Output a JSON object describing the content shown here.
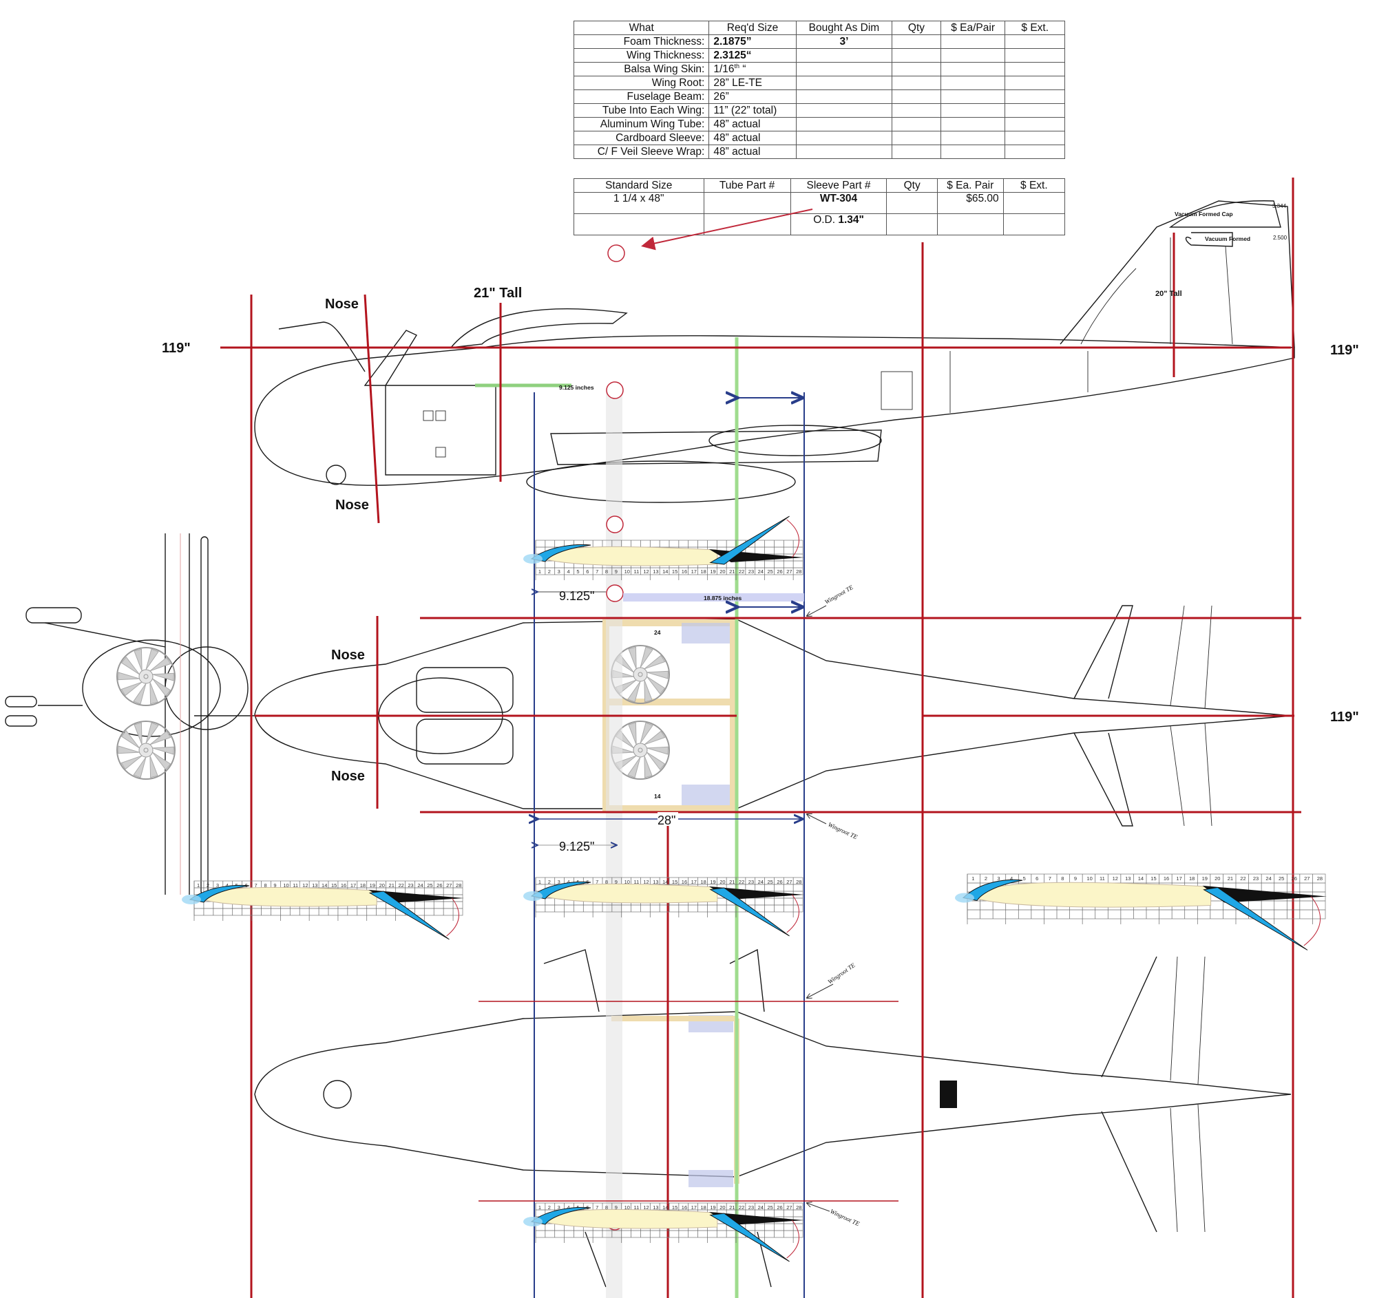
{
  "spec_table": {
    "headers": [
      "What",
      "Req'd Size",
      "Bought As Dim",
      "Qty",
      "$ Ea/Pair",
      "$ Ext."
    ],
    "rows": [
      {
        "what": "Foam Thickness:",
        "req": "2.1875”",
        "req_bold": true,
        "bought": "3’"
      },
      {
        "what": "Wing Thickness:",
        "req": "2.3125“",
        "req_bold": true,
        "bought": ""
      },
      {
        "what": "Balsa Wing Skin:",
        "req": "1/16th “",
        "req_bold": false,
        "bought": ""
      },
      {
        "what": "Wing Root:",
        "req": "28” LE-TE",
        "req_bold": false,
        "bought": ""
      },
      {
        "what": "Fuselage Beam:",
        "req": "26”",
        "req_bold": false,
        "bought": ""
      },
      {
        "what": "Tube Into Each Wing:",
        "req": "11” (22” total)",
        "req_bold": false,
        "bought": ""
      },
      {
        "what": "Aluminum Wing Tube:",
        "req": "48” actual",
        "req_bold": false,
        "bought": ""
      },
      {
        "what": "Cardboard Sleeve:",
        "req": "48” actual",
        "req_bold": false,
        "bought": ""
      },
      {
        "what": "C/ F Veil Sleeve Wrap:",
        "req": "48” actual",
        "req_bold": false,
        "bought": ""
      }
    ]
  },
  "part_table": {
    "headers": [
      "Standard Size",
      "Tube Part #",
      "Sleeve Part #",
      "Qty",
      "$ Ea. Pair",
      "$ Ext."
    ],
    "rows": [
      {
        "standard_size": "1 1/4 x 48\"",
        "tube_part": "",
        "sleeve_part": "WT-304",
        "qty": "",
        "price": "$65.00",
        "ext": ""
      },
      {
        "standard_size": "",
        "tube_part": "",
        "sleeve_part_prefix": "O.D. ",
        "sleeve_part": "1.34\"",
        "qty": "",
        "price": "",
        "ext": ""
      }
    ]
  },
  "labels": {
    "side_view_height": "21\" Tall",
    "nose_side_top": "Nose",
    "nose_side_bottom": "Nose",
    "nose_top_upper": "Nose",
    "nose_top_lower": "Nose",
    "length_left": "119\"",
    "length_right_side": "119\"",
    "length_right_top": "119\"",
    "tail_height": "20\" Tall",
    "vacuum_cap": "Vacuum Formed Cap",
    "vacuum_formed": "Vacuum Formed",
    "cap_dim": "3.344",
    "formed_dim": "2.500",
    "green_dim": "9.125 inches",
    "dim_9125_upper": "9.125\"",
    "dim_18875": "18.875 inches",
    "dim_28": "28\"",
    "dim_9125_lower": "9.125\"",
    "wingroot_te": "Wingroot TE",
    "frame_label_24": "24",
    "frame_label_14": "14"
  },
  "airfoil_ruler": {
    "ticks": [
      "1",
      "2",
      "3",
      "4",
      "5",
      "6",
      "7",
      "8",
      "9",
      "10",
      "11",
      "12",
      "13",
      "14",
      "15",
      "16",
      "17",
      "18",
      "19",
      "20",
      "21",
      "22",
      "23",
      "24",
      "25",
      "26",
      "27",
      "28"
    ]
  },
  "colors": {
    "reference_line": "#b3141e",
    "dimension_line": "#283d8a",
    "spar_highlight": "#9fdc8e",
    "frame": "#efdcae",
    "airfoil_fill": "#fbf5c8",
    "flap_blue": "#1fa7e6",
    "fan_gray": "#c8c8c8",
    "fan_blue": "#bfc6ea"
  }
}
